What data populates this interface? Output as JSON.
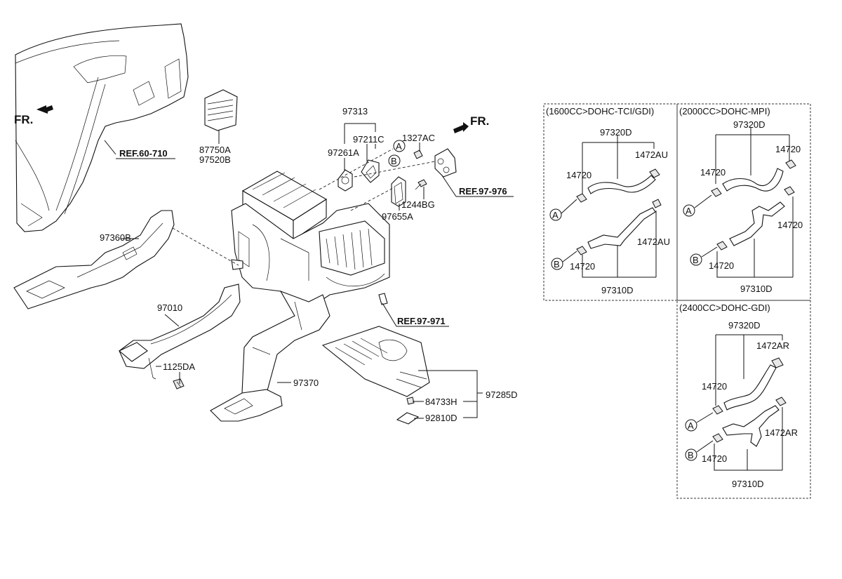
{
  "diagram": {
    "front_labels": [
      "FR.",
      "FR."
    ],
    "refs": [
      "REF.60-710",
      "REF.97-976",
      "REF.97-971"
    ],
    "parts": {
      "p87750A": "87750A",
      "p97520B": "97520B",
      "p97313": "97313",
      "p97211C": "97211C",
      "p1327AC": "1327AC",
      "p97261A": "97261A",
      "p97655A": "97655A",
      "p1244BG": "1244BG",
      "p97360B": "97360B",
      "p97010": "97010",
      "p1125DA": "1125DA",
      "p97370": "97370",
      "p84733H": "84733H",
      "p92810D": "92810D",
      "p97285D": "97285D"
    },
    "callouts": {
      "a": "A",
      "b": "B"
    },
    "variants": [
      {
        "header": "(1600CC>DOHC-TCI/GDI)",
        "upper_hose": "97320D",
        "lower_hose": "97310D",
        "clamp_left": "14720",
        "clamp_right_top": "1472AU",
        "clamp_right_bottom": "1472AU",
        "clamp_bottom": "14720"
      },
      {
        "header": "(2000CC>DOHC-MPI)",
        "upper_hose": "97320D",
        "lower_hose": "97310D",
        "clamp_left": "14720",
        "clamp_right_top": "14720",
        "clamp_right_bottom": "14720",
        "clamp_bottom": "14720"
      },
      {
        "header": "(2400CC>DOHC-GDI)",
        "upper_hose": "97320D",
        "lower_hose": "97310D",
        "clamp_left": "14720",
        "clamp_right_top": "1472AR",
        "clamp_right_bottom": "1472AR",
        "clamp_bottom": "14720"
      }
    ]
  }
}
